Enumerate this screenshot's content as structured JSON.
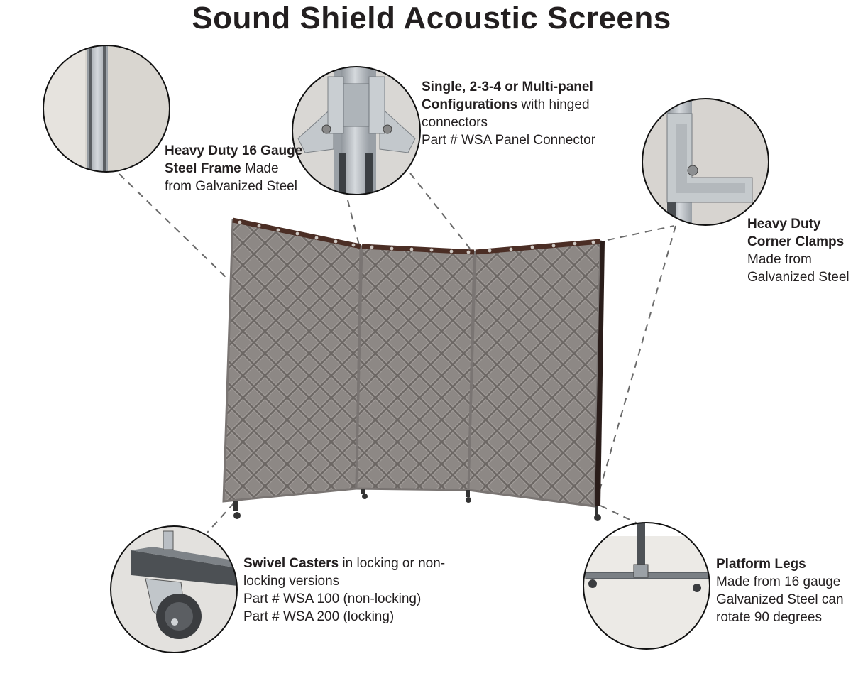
{
  "title": "Sound Shield Acoustic Screens",
  "callouts": {
    "frame": {
      "bold": "Heavy Duty 16 Gauge Steel Frame",
      "rest": " Made from Galvanized Steel",
      "icon": "steel-frame-detail"
    },
    "connector": {
      "bold": "Single, 2-3-4 or Multi-panel Configurations",
      "rest": " with hinged connectors",
      "part": "Part # WSA Panel Connector",
      "icon": "hinged-connector-detail"
    },
    "clamps": {
      "bold": "Heavy Duty Corner Clamps",
      "rest": "Made from Galvanized Steel",
      "icon": "corner-clamp-detail"
    },
    "casters": {
      "bold": "Swivel Casters",
      "rest": " in locking or non-locking versions",
      "part1": "Part # WSA 100 (non-locking)",
      "part2": "Part # WSA 200 (locking)",
      "icon": "swivel-caster-detail"
    },
    "legs": {
      "bold": "Platform Legs",
      "rest": "Made from 16 gauge Galvanized Steel can rotate 90 degrees",
      "icon": "platform-leg-detail"
    }
  },
  "colors": {
    "panel": "#8a8582",
    "panel_dark": "#6f6a67",
    "stitch": "#a6a19e",
    "frame_edge": "#5a3a2e",
    "steel": "#b9bec4",
    "dash": "#6a6a6a"
  }
}
